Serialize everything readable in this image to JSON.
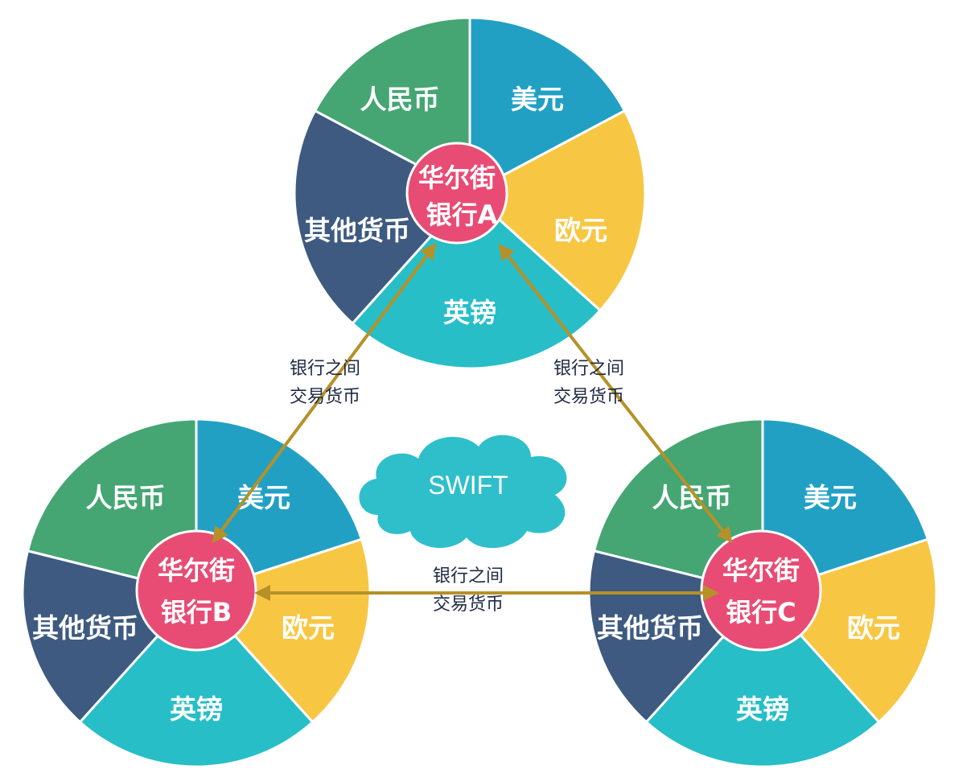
{
  "colors": {
    "rmb": "#45a673",
    "usd": "#22a0c4",
    "eur": "#f7c744",
    "gbp": "#27bec7",
    "other": "#3e5a80",
    "bank": "#e84c74",
    "cloud": "#2ebfcb",
    "link": "#b69128"
  },
  "currencies": {
    "rmb": "人民币",
    "usd": "美元",
    "eur": "欧元",
    "gbp": "英镑",
    "other": "其他货币"
  },
  "banks": {
    "a": {
      "line1": "华尔街",
      "line2": "银行A"
    },
    "b": {
      "line1": "华尔街",
      "line2": "银行B"
    },
    "c": {
      "line1": "华尔街",
      "line2": "银行C"
    }
  },
  "links": {
    "ab": {
      "line1": "银行之间",
      "line2": "交易货币"
    },
    "ac": {
      "line1": "银行之间",
      "line2": "交易货币"
    },
    "bc": {
      "line1": "银行之间",
      "line2": "交易货币"
    }
  },
  "cloud": {
    "label": "SWIFT"
  }
}
